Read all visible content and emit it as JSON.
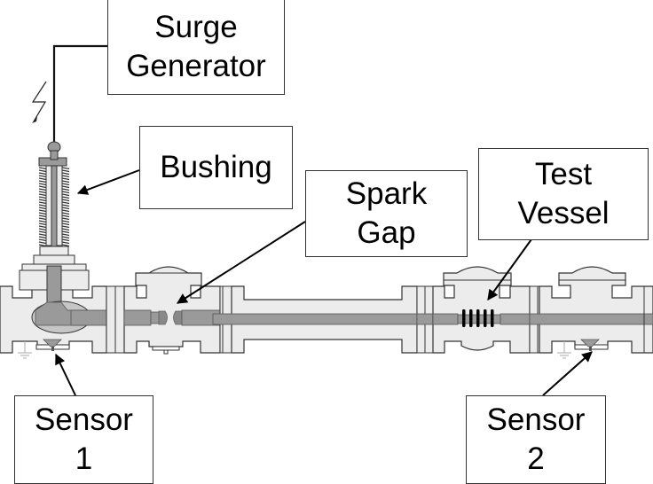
{
  "diagram": {
    "title": "Surge test setup with spark gap and sensors",
    "colors": {
      "vessel_fill": "#ececec",
      "conductor_fill": "#9a9a9a",
      "outline": "#333333",
      "arrow": "#000000",
      "ground": "#aaaaaa"
    },
    "labels": {
      "surge_generator": [
        "Surge",
        "Generator"
      ],
      "bushing": [
        "Bushing"
      ],
      "spark_gap": [
        "Spark",
        "Gap"
      ],
      "test_vessel": [
        "Test",
        "Vessel"
      ],
      "sensor_1": [
        "Sensor",
        "1"
      ],
      "sensor_2": [
        "Sensor",
        "2"
      ]
    },
    "components": [
      {
        "id": "surge-generator",
        "icon": "lightning-bolt-icon"
      },
      {
        "id": "bushing",
        "icon": "bushing-insulator"
      },
      {
        "id": "spark-gap",
        "icon": "spark-gap-electrodes"
      },
      {
        "id": "test-vessel",
        "icon": "insulator-discs"
      },
      {
        "id": "sensor-1",
        "icon": "uhf-sensor",
        "ground": "ground-icon"
      },
      {
        "id": "sensor-2",
        "icon": "uhf-sensor",
        "ground": "ground-icon"
      }
    ]
  }
}
